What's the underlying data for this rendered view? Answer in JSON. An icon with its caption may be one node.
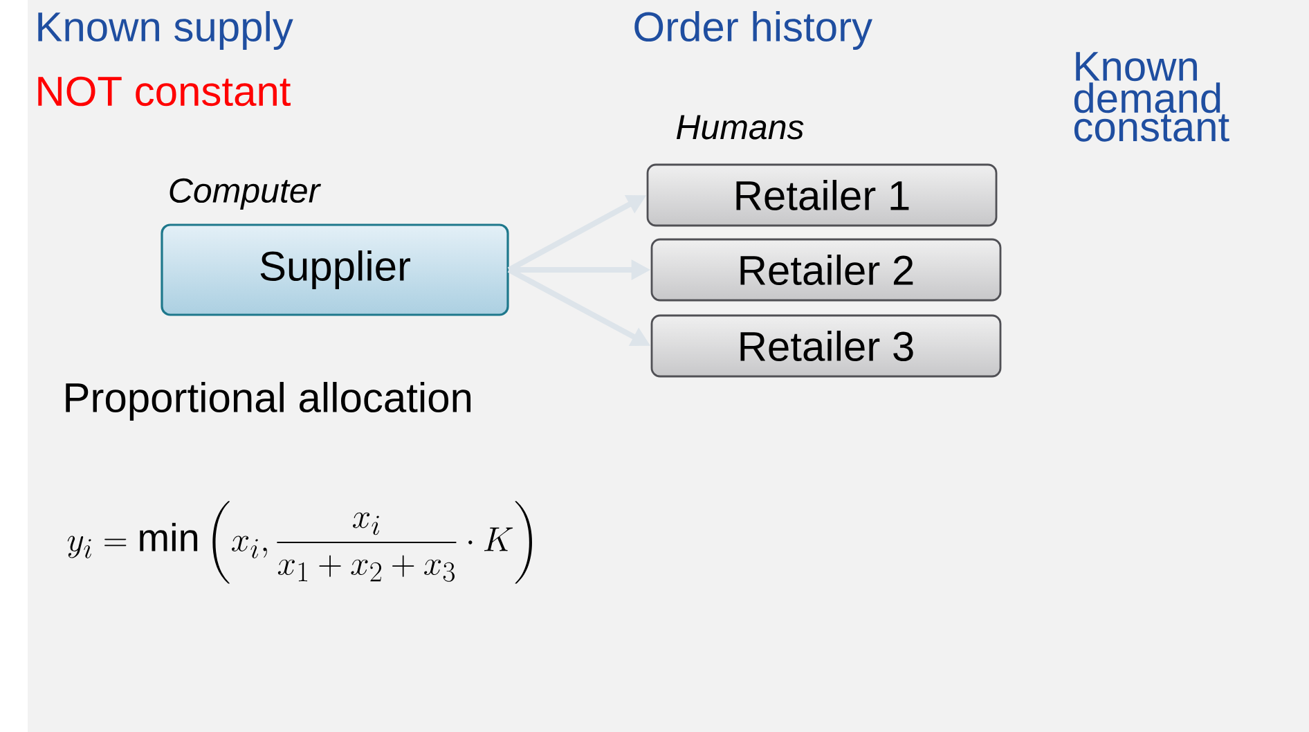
{
  "diagram": {
    "nodes": [
      {
        "text": [
          "Computer",
          "Supplier"
        ]
      },
      {
        "text": [
          "Retailer 1"
        ]
      },
      {
        "text": [
          "Retailer 2"
        ]
      },
      {
        "text": [
          "Retailer 3"
        ]
      }
    ],
    "edges": [
      {
        "from": 0,
        "to": 1,
        "arrow": "to"
      },
      {
        "from": 0,
        "to": 2,
        "arrow": "to"
      },
      {
        "from": 0,
        "to": 3,
        "arrow": "to"
      }
    ],
    "labels": [
      "Known supply",
      "NOT constant",
      "Order history",
      "Known demand constant",
      "Humans",
      "Proportional allocation",
      "y_i = \\min\\left(x_i, \\frac{x_i}{x_1 + x_2 + x_3} \\cdot K\\right)"
    ]
  }
}
